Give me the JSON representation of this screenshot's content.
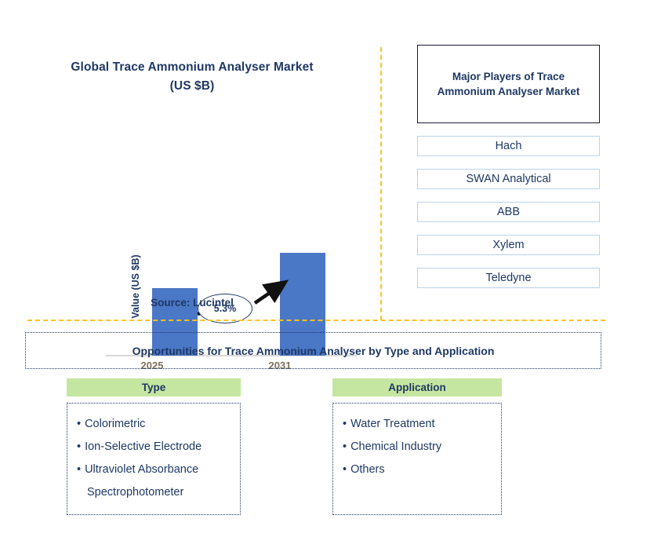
{
  "chart_panel": {
    "title_line1": "Global Trace Ammonium Analyser Market",
    "title_line2": "(US $B)",
    "y_axis_label": "Value (US $B)",
    "cagr_label": "5.3%",
    "source": "Source: Lucintel"
  },
  "chart_data": {
    "type": "bar",
    "title": "Global Trace Ammonium Analyser Market (US $B)",
    "categories": [
      "2025",
      "2031"
    ],
    "values": [
      1.0,
      1.52
    ],
    "xlabel": "",
    "ylabel": "Value (US $B)",
    "ylim": [
      0,
      1.8
    ],
    "grid": false,
    "legend": "none",
    "bar_color": "#4A77C6",
    "annotations": [
      {
        "text": "5.3%",
        "type": "cagr-bubble-with-arrow",
        "from": "2025",
        "to": "2031"
      }
    ]
  },
  "players": {
    "header_line1": "Major Players of Trace",
    "header_line2": "Ammonium Analyser Market",
    "items": [
      {
        "label": "Hach"
      },
      {
        "label": "SWAN Analytical"
      },
      {
        "label": "ABB"
      },
      {
        "label": "Xylem"
      },
      {
        "label": "Teledyne"
      }
    ]
  },
  "opportunities": {
    "title": "Opportunities for Trace Ammonium Analyser by Type and Application"
  },
  "segments": {
    "type": {
      "header": "Type",
      "items": [
        {
          "bullet": "•",
          "label": "Colorimetric"
        },
        {
          "bullet": "•",
          "label": "Ion-Selective Electrode"
        },
        {
          "bullet": "•",
          "label": "Ultraviolet Absorbance"
        },
        {
          "bullet": "",
          "label": "Spectrophotometer"
        }
      ]
    },
    "application": {
      "header": "Application",
      "items": [
        {
          "bullet": "•",
          "label": "Water Treatment"
        },
        {
          "bullet": "•",
          "label": "Chemical Industry"
        },
        {
          "bullet": "•",
          "label": "Others"
        }
      ]
    }
  },
  "colors": {
    "navy": "#1F3864",
    "bar_blue": "#4A77C6",
    "divider_amber": "#FFC222",
    "segment_green": "#C5E6A0",
    "player_border": "#BBD3EA",
    "axis_tick": "#7C7059"
  }
}
